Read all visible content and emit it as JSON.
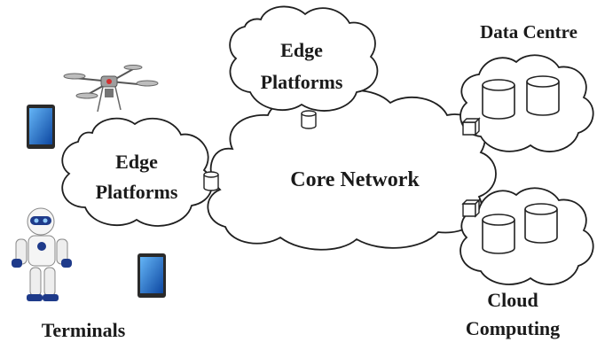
{
  "labels": {
    "data_centre": "Data Centre",
    "edge_top_line1": "Edge",
    "edge_top_line2": "Platforms",
    "edge_left_line1": "Edge",
    "edge_left_line2": "Platforms",
    "core_network": "Core Network",
    "cloud_line1": "Cloud",
    "cloud_line2": "Computing",
    "terminals": "Terminals"
  },
  "colors": {
    "cloud_stroke": "#1f1f1f",
    "text": "#1a1a1a",
    "tablet_body": "#2a2a2a",
    "tablet_screen": "#1e88e5",
    "robot_accent": "#1e3a8a"
  },
  "icons": [
    "drone-icon",
    "tablet-icon",
    "robot-icon",
    "database-icon",
    "switch-cube-icon",
    "router-cylinder-icon"
  ]
}
